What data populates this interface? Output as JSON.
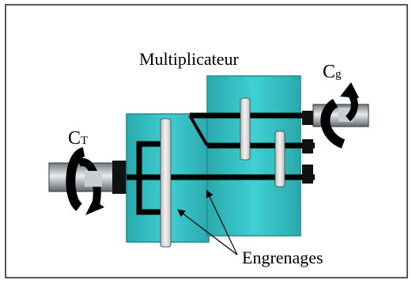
{
  "diagram": {
    "title": "Multiplicateur",
    "torque_left": {
      "main": "C",
      "sub": "T"
    },
    "torque_right": {
      "main": "C",
      "sub": "g"
    },
    "gears_label": "Engrenages"
  },
  "colors": {
    "housing": "#35c0c3",
    "housing_dark": "#1f9c9f",
    "shaft": "#000000",
    "shaft_light": "#cfd5d8",
    "gear": "#d3d3d3",
    "frame": "#222222"
  }
}
